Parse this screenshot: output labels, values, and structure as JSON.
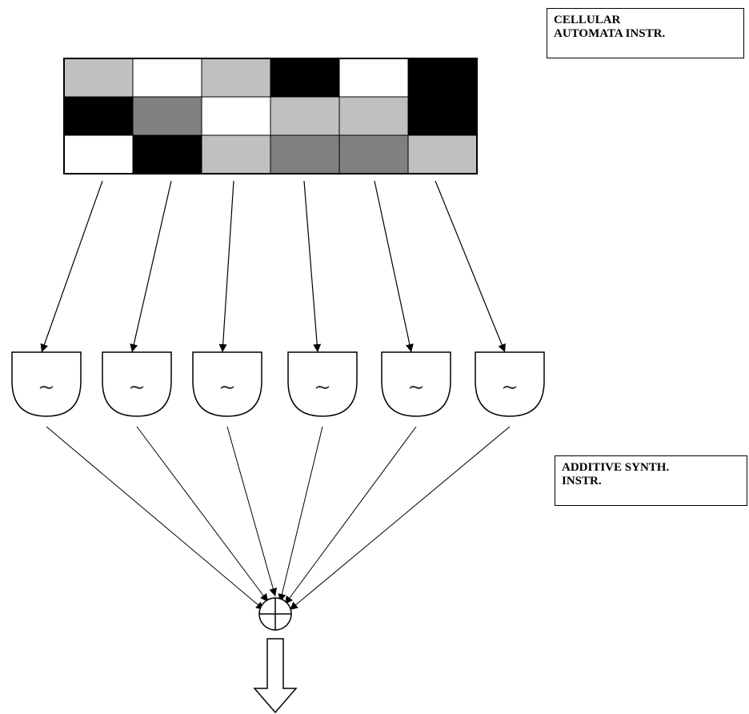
{
  "labels": {
    "cellular_automata": [
      "CELLULAR",
      "AUTOMATA INSTR."
    ],
    "additive_synth": [
      "ADDITIVE SYNTH.",
      "INSTR."
    ]
  },
  "grid": {
    "rows": 3,
    "cols": 6,
    "cells": [
      [
        "#c0c0c0",
        "#ffffff",
        "#c0c0c0",
        "#000000",
        "#ffffff",
        "#000000"
      ],
      [
        "#000000",
        "#808080",
        "#ffffff",
        "#c0c0c0",
        "#c0c0c0",
        "#000000"
      ],
      [
        "#ffffff",
        "#000000",
        "#c0c0c0",
        "#808080",
        "#808080",
        "#c0c0c0"
      ]
    ]
  },
  "oscillators": {
    "count": 6,
    "symbol": "~"
  },
  "mixer": {
    "symbol": "sum-circle"
  },
  "output": {
    "symbol": "down-arrow"
  }
}
